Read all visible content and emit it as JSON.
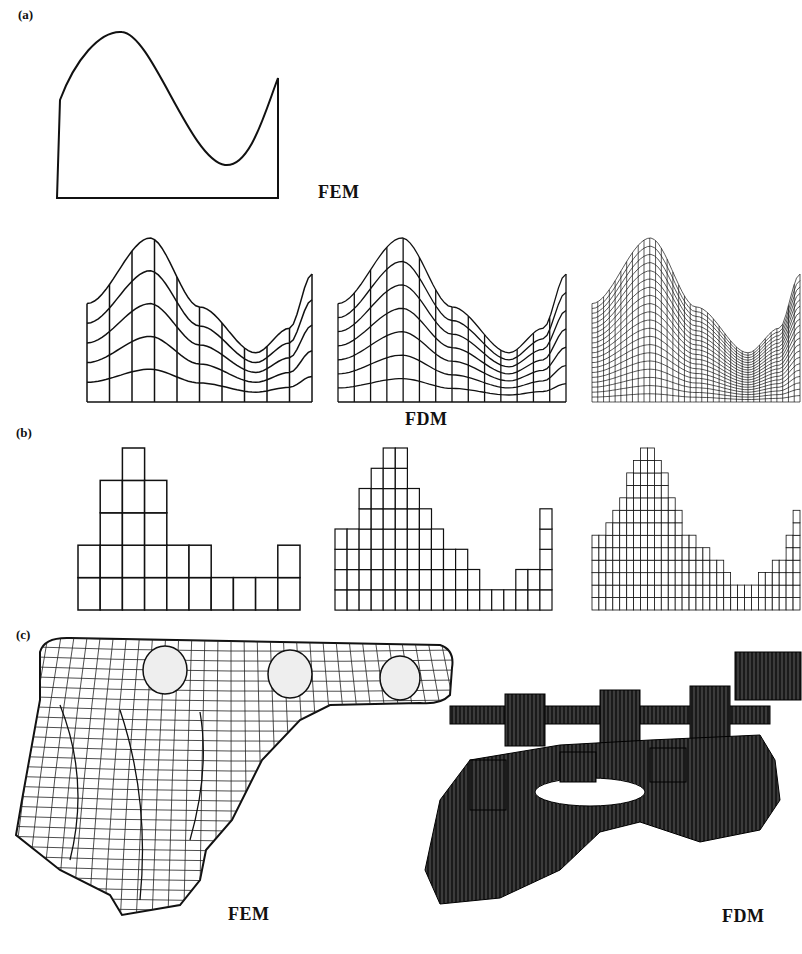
{
  "diagram": {
    "labels": [
      "(a)",
      "FEM",
      "FDM",
      "(b)",
      "(c)",
      "FEM",
      "FDM"
    ]
  }
}
